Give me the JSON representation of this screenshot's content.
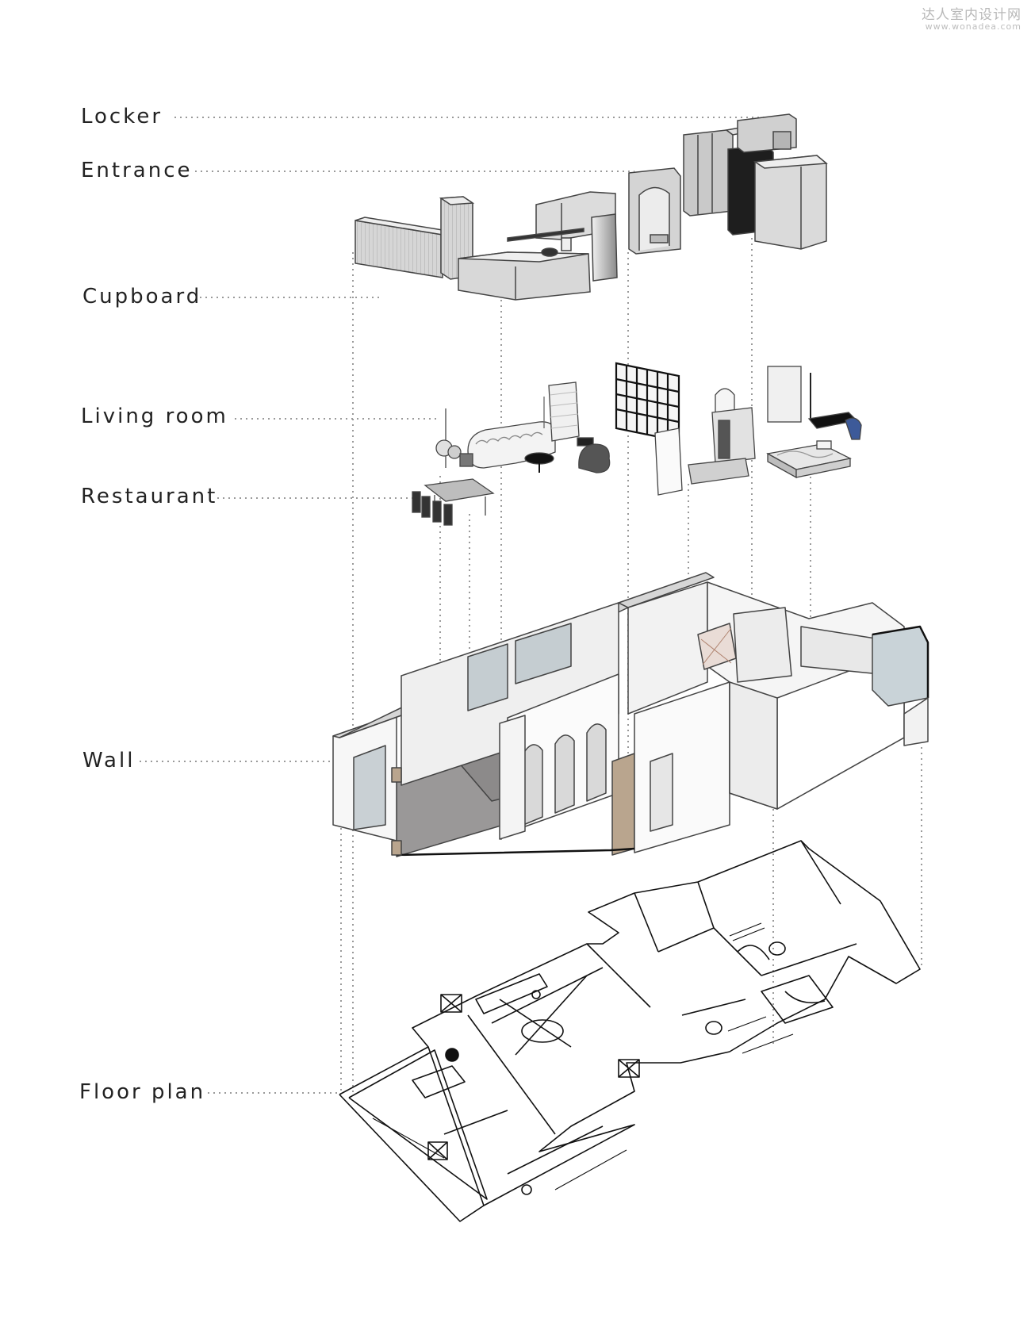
{
  "watermark": {
    "name": "达人室内设计网",
    "url": "www.wonadea.com"
  },
  "labels": {
    "locker": "Locker",
    "entrance": "Entrance",
    "cupboard": "Cupboard",
    "living_room": "Living room",
    "restaurant": "Restaurant",
    "wall": "Wall",
    "floor_plan": "Floor plan"
  }
}
